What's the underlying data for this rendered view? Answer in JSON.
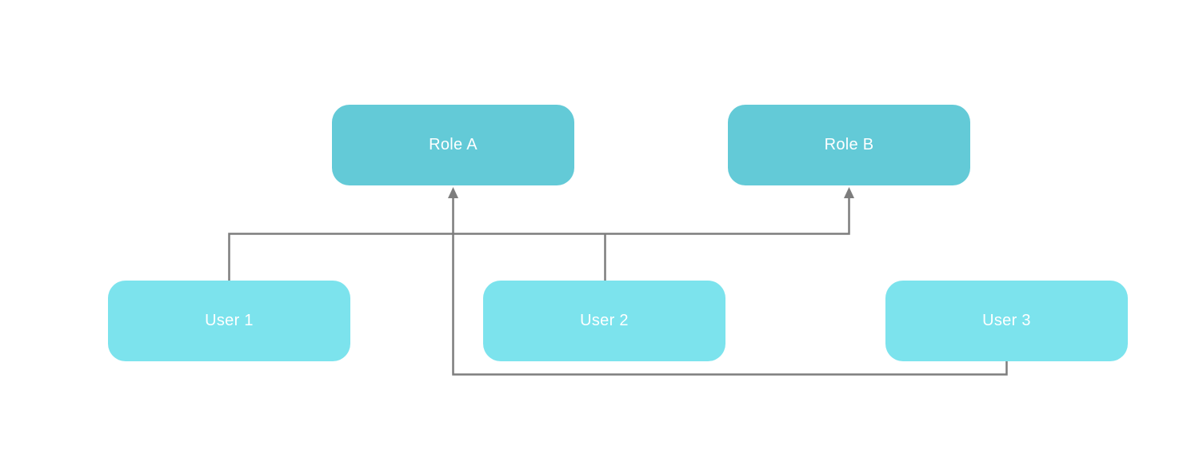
{
  "diagram": {
    "nodes": [
      {
        "id": "role-a",
        "label": "Role A",
        "type": "role"
      },
      {
        "id": "role-b",
        "label": "Role B",
        "type": "role"
      },
      {
        "id": "user-1",
        "label": "User 1",
        "type": "user"
      },
      {
        "id": "user-2",
        "label": "User 2",
        "type": "user"
      },
      {
        "id": "user-3",
        "label": "User 3",
        "type": "user"
      }
    ],
    "edges": [
      {
        "from": "User 1",
        "to": "Role B",
        "arrow": "true"
      },
      {
        "from": "User 2",
        "to": "Role B",
        "arrow": "true"
      },
      {
        "from": "User 3",
        "to": "Role A",
        "arrow": "true"
      }
    ],
    "colors": {
      "role_fill": "#63cad7",
      "user_fill": "#7ce3ed",
      "connector": "#7d7d7d",
      "label_text": "#ffffff"
    }
  }
}
